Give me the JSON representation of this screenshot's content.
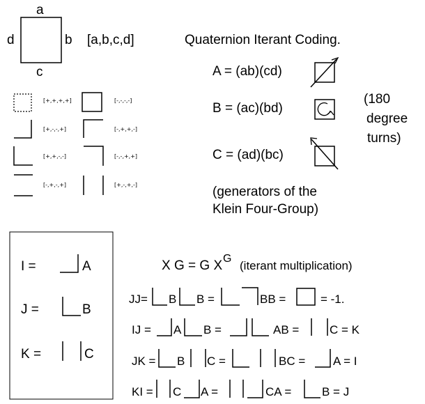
{
  "square_labels": {
    "top": "a",
    "left": "d",
    "right": "b",
    "bottom": "c",
    "vector": "[a,b,c,d]"
  },
  "heading": "Quaternion Iterant Coding.",
  "generators": [
    {
      "name": "A",
      "text": "A = (ab)(cd)"
    },
    {
      "name": "B",
      "text": "B = (ac)(bd)"
    },
    {
      "name": "C",
      "text": "C = (ad)(bc)"
    }
  ],
  "turns_note": [
    "(180",
    "degree",
    "turns)"
  ],
  "klein_note": [
    "(generators of the",
    "Klein Four-Group)"
  ],
  "sign_codes": [
    "[+,+,+,+]",
    "[-,-,-,-]",
    "[+,-,-,+]",
    "[-,+,+,-]",
    "[+,+,-,-]",
    "[-,-,+,+]",
    "[-,+,-,+]",
    "[+,-,+,-]"
  ],
  "box_defs": [
    {
      "lhs": "I =",
      "rhs": "A"
    },
    {
      "lhs": "J =",
      "rhs": "B"
    },
    {
      "lhs": "K =",
      "rhs": "C"
    }
  ],
  "equations": {
    "xg_left": "X G = G X",
    "xg_sup": "G",
    "xg_note": "(iterant multiplication)",
    "jj": {
      "p1": "JJ=",
      "p2": "B",
      "p3": "B =",
      "p4": "BB =",
      "p5": "= -1."
    },
    "ij": {
      "p1": "IJ =",
      "p2": "A",
      "p3": "B =",
      "p4": "AB =",
      "p5": "C = K"
    },
    "jk": {
      "p1": "JK =",
      "p2": "B",
      "p3": "C =",
      "p4": "BC =",
      "p5": "A = I"
    },
    "ki": {
      "p1": "KI =",
      "p2": "C",
      "p3": "A =",
      "p4": "CA =",
      "p5": "B = J"
    }
  }
}
